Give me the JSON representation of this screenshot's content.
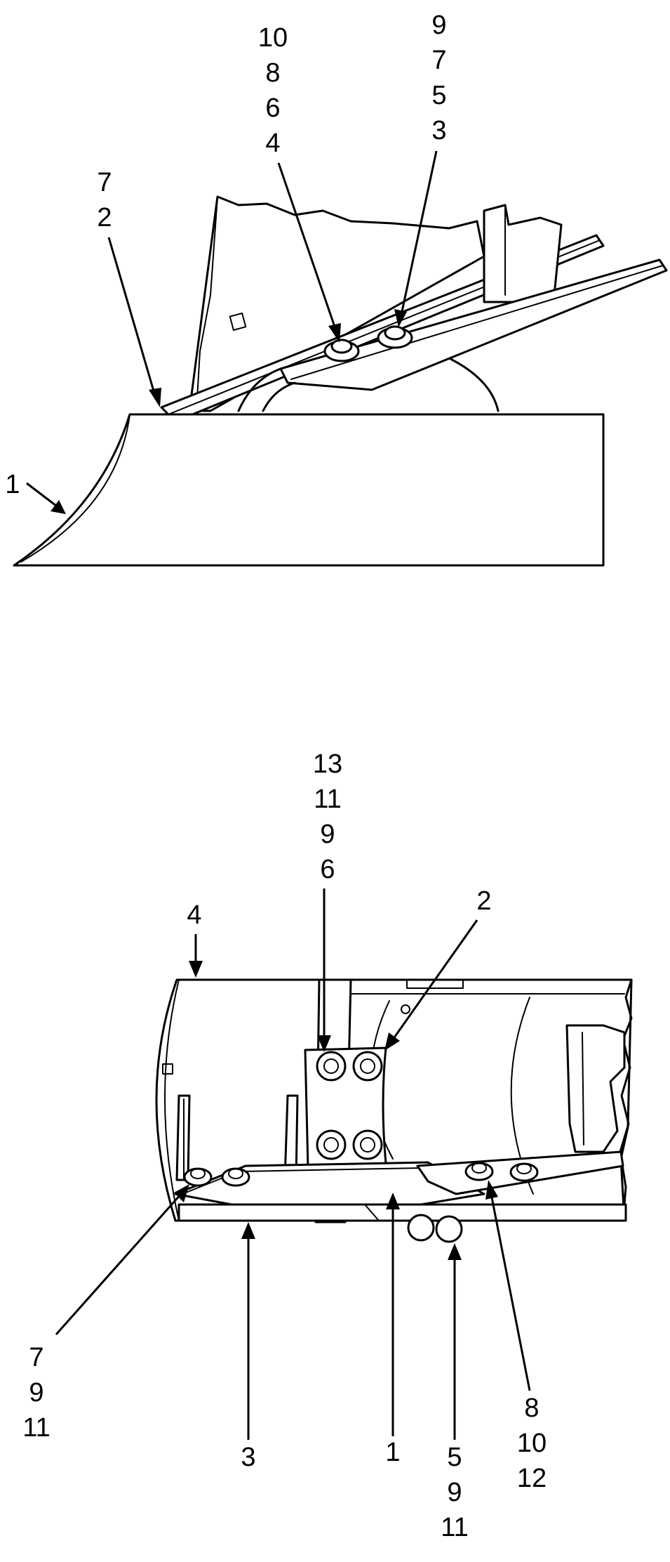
{
  "colors": {
    "ink": "#000000",
    "paper": "#ffffff"
  },
  "top_view": {
    "callout_left": [
      "7",
      "2"
    ],
    "callout_bolt_a": [
      "10",
      "8",
      "6",
      "4"
    ],
    "callout_bolt_b": [
      "9",
      "7",
      "5",
      "3"
    ],
    "callout_blade": "1"
  },
  "bottom_view": {
    "callout_top_bolts": [
      "13",
      "11",
      "9",
      "6"
    ],
    "callout_plate": "2",
    "callout_frame": "4",
    "callout_left_bolts": [
      "7",
      "9",
      "11"
    ],
    "callout_edge": "3",
    "callout_wedge": "1",
    "callout_lower_bolts": [
      "5",
      "9",
      "11"
    ],
    "callout_right_bolts": [
      "8",
      "10",
      "12"
    ]
  }
}
